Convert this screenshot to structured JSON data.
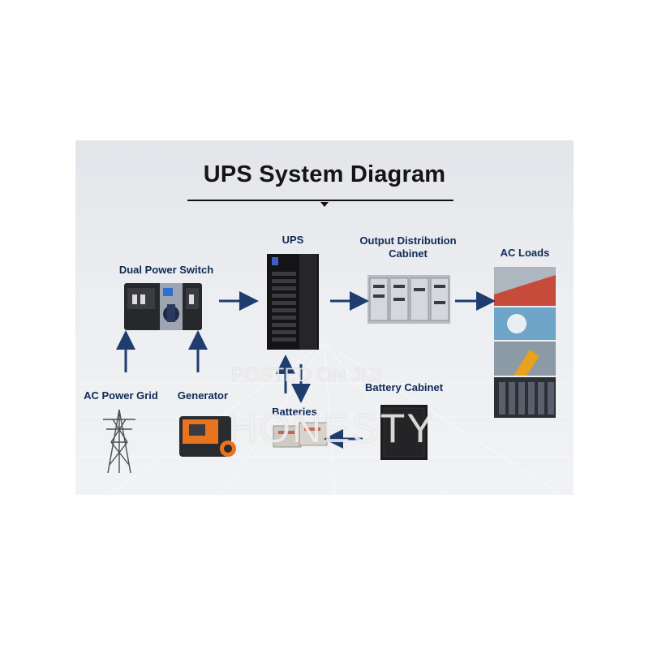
{
  "title": "UPS System Diagram",
  "nodes": {
    "dual_power_switch": "Dual Power Switch",
    "ups": "UPS",
    "output_distribution_cabinet": [
      "Output Distribution",
      "Cabinet"
    ],
    "ac_loads": "AC Loads",
    "ac_power_grid": "AC Power Grid",
    "generator": "Generator",
    "batteries": "Batteries",
    "battery_cabinet": "Battery Cabinet"
  },
  "watermark": {
    "line1": "POSTED ON JIJI",
    "line2": "HONESTY"
  },
  "colors": {
    "arrow": "#1e3c6e",
    "label": "#0f2a55",
    "accent_orange": "#e8741e",
    "cabinet_dark": "#1c1c1e"
  }
}
